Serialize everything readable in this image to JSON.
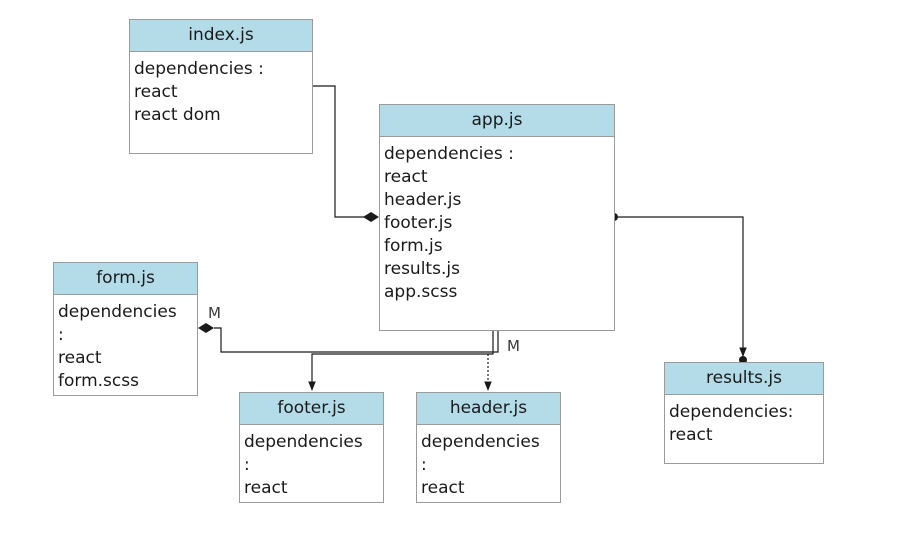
{
  "boxes": {
    "index": {
      "title": "index.js",
      "lines": [
        "dependencies :",
        "react",
        "react dom"
      ]
    },
    "app": {
      "title": "app.js",
      "lines": [
        "dependencies :",
        "react",
        "header.js",
        "footer.js",
        "form.js",
        "results.js",
        "app.scss"
      ]
    },
    "form": {
      "title": "form.js",
      "lines": [
        "dependencies",
        ":",
        "react",
        "form.scss"
      ]
    },
    "footer": {
      "title": "footer.js",
      "lines": [
        "dependencies",
        ":",
        "react"
      ]
    },
    "header": {
      "title": "header.js",
      "lines": [
        "dependencies",
        ":",
        "react"
      ]
    },
    "results": {
      "title": "results.js",
      "lines": [
        "dependencies:",
        "react"
      ]
    }
  },
  "multiplicities": {
    "form_link": "M",
    "app_bottom": "M"
  },
  "colors": {
    "header_fill": "#b4dce8",
    "border": "#9a9a9a",
    "line": "#1a1a1a"
  }
}
